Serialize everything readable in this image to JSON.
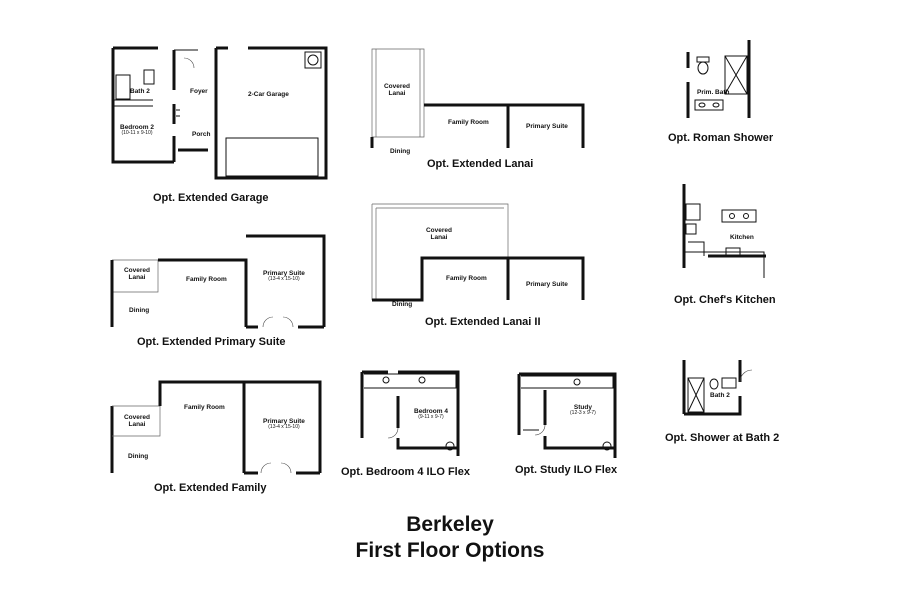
{
  "title": {
    "line1": "Berkeley",
    "line2": "First Floor Options"
  },
  "plans": {
    "extended_garage": {
      "caption": "Opt. Extended Garage",
      "bath2": "Bath 2",
      "foyer": "Foyer",
      "bedroom2": "Bedroom 2",
      "bedroom2_dim": "(10-11 x 9-10)",
      "porch": "Porch",
      "garage": "2-Car Garage"
    },
    "extended_lanai": {
      "caption": "Opt. Extended Lanai",
      "covered_lanai": "Covered Lanai",
      "family_room": "Family Room",
      "primary_suite": "Primary Suite",
      "dining": "Dining"
    },
    "roman_shower": {
      "caption": "Opt. Roman Shower",
      "prim_bath": "Prim. Bath"
    },
    "extended_primary_suite": {
      "caption": "Opt. Extended Primary Suite",
      "covered_lanai": "Covered Lanai",
      "family_room": "Family Room",
      "primary_suite": "Primary Suite",
      "primary_suite_dim": "(13-4 x 15-10)",
      "dining": "Dining"
    },
    "extended_lanai_ii": {
      "caption": "Opt. Extended Lanai II",
      "covered_lanai": "Covered Lanai",
      "family_room": "Family Room",
      "primary_suite": "Primary Suite",
      "dining": "Dining"
    },
    "chefs_kitchen": {
      "caption": "Opt. Chef's Kitchen",
      "kitchen": "Kitchen"
    },
    "extended_family": {
      "caption": "Opt. Extended Family",
      "covered_lanai": "Covered Lanai",
      "family_room": "Family Room",
      "primary_suite": "Primary Suite",
      "primary_suite_dim": "(13-4 x 15-10)",
      "dining": "Dining"
    },
    "bedroom4_flex": {
      "caption": "Opt. Bedroom 4 ILO Flex",
      "bedroom4": "Bedroom 4",
      "bedroom4_dim": "(9-11 x 9-7)"
    },
    "study_flex": {
      "caption": "Opt. Study ILO Flex",
      "study": "Study",
      "study_dim": "(12-3 x 9-7)"
    },
    "shower_bath2": {
      "caption": "Opt. Shower at Bath 2",
      "bath2": "Bath 2"
    }
  }
}
